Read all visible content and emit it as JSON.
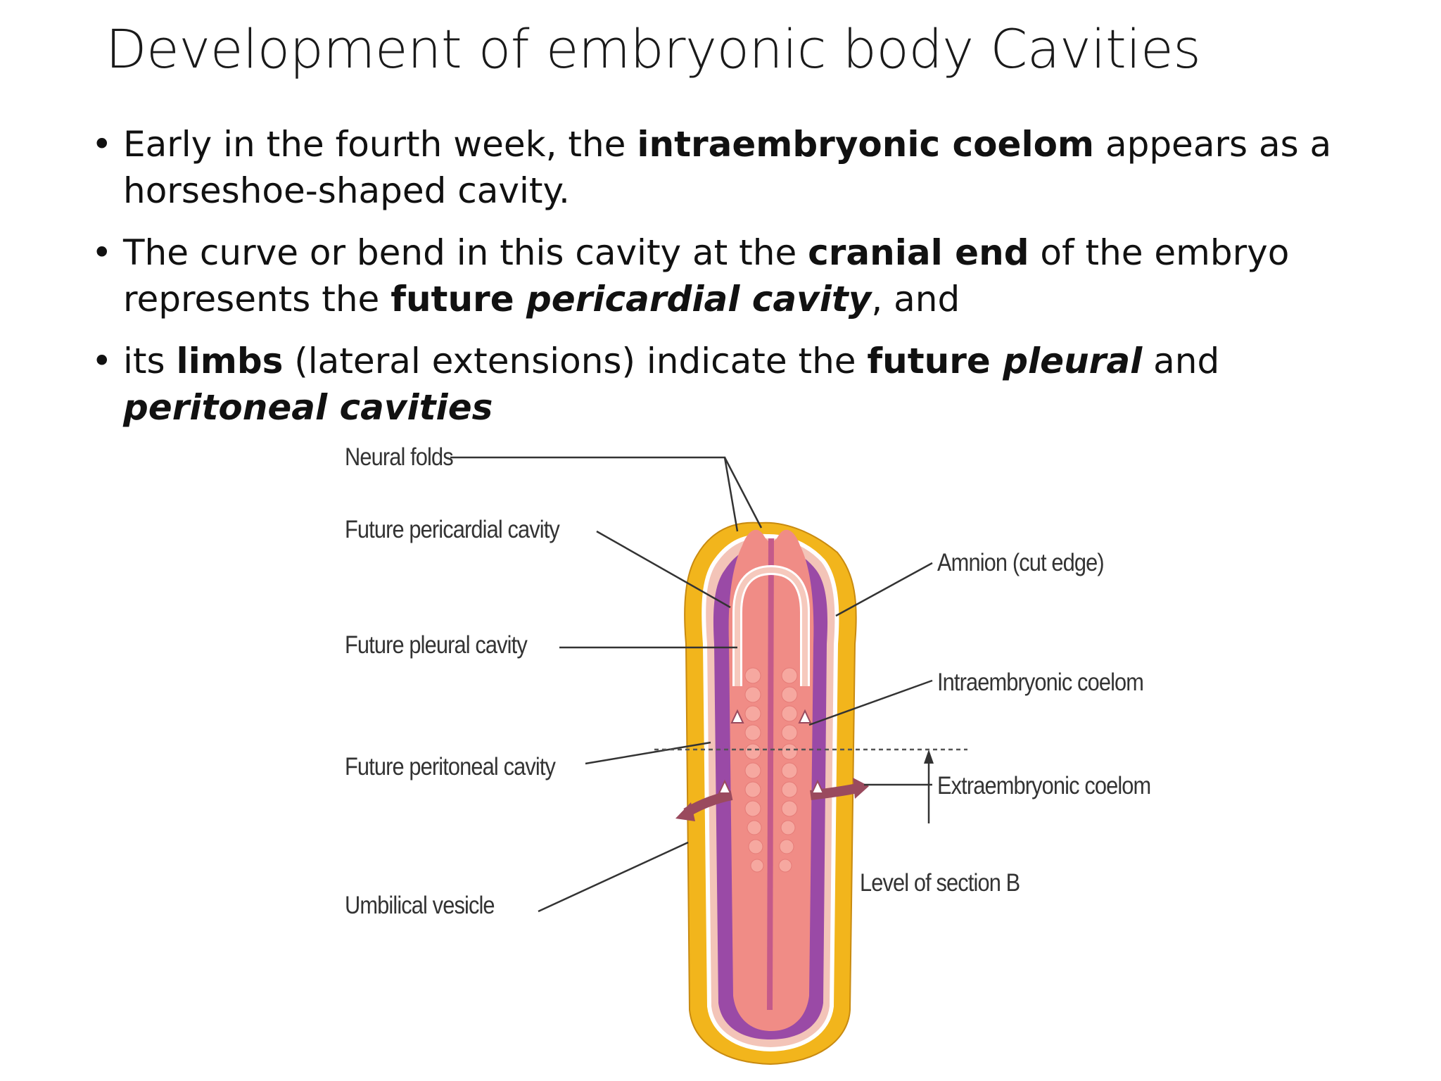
{
  "title": "Development of embryonic body Cavities",
  "bullets": [
    {
      "dot": "•",
      "parts": [
        {
          "t": "Early in the fourth week, the ",
          "s": ""
        },
        {
          "t": "intraembryonic coelom",
          "s": "b"
        },
        {
          "t": " appears as a horseshoe-shaped cavity.",
          "s": ""
        }
      ]
    },
    {
      "dot": "•",
      "parts": [
        {
          "t": "The curve or bend in this cavity at the ",
          "s": ""
        },
        {
          "t": "cranial end",
          "s": "b"
        },
        {
          "t": " of the embryo represents the ",
          "s": ""
        },
        {
          "t": "future ",
          "s": "b"
        },
        {
          "t": "pericardial cavity",
          "s": "bi"
        },
        {
          "t": ", and",
          "s": ""
        }
      ]
    },
    {
      "dot": "•",
      "parts": [
        {
          "t": " its ",
          "s": ""
        },
        {
          "t": "limbs",
          "s": "b"
        },
        {
          "t": " (lateral extensions) indicate the ",
          "s": ""
        },
        {
          "t": "future ",
          "s": "b"
        },
        {
          "t": "pleural",
          "s": "bi"
        },
        {
          "t": " and ",
          "s": ""
        },
        {
          "t": "peritoneal cavities",
          "s": "bi"
        }
      ]
    }
  ],
  "figure": {
    "labels": {
      "neural_folds": "Neural folds",
      "future_pericardial": "Future pericardial cavity",
      "future_pleural": "Future pleural cavity",
      "future_peritoneal": "Future peritoneal cavity",
      "umbilical_vesicle": "Umbilical vesicle",
      "amnion": "Amnion (cut edge)",
      "intraembryonic_coelom": "Intraembryonic coelom",
      "extraembryonic_coelom": "Extraembryonic coelom",
      "level_section_b": "Level of section B"
    },
    "colors": {
      "yolk": "#f2b51c",
      "embryo": "#f08c86",
      "purple": "#8e3a9a",
      "arrow": "#9a4a5e",
      "line": "#333333"
    }
  }
}
